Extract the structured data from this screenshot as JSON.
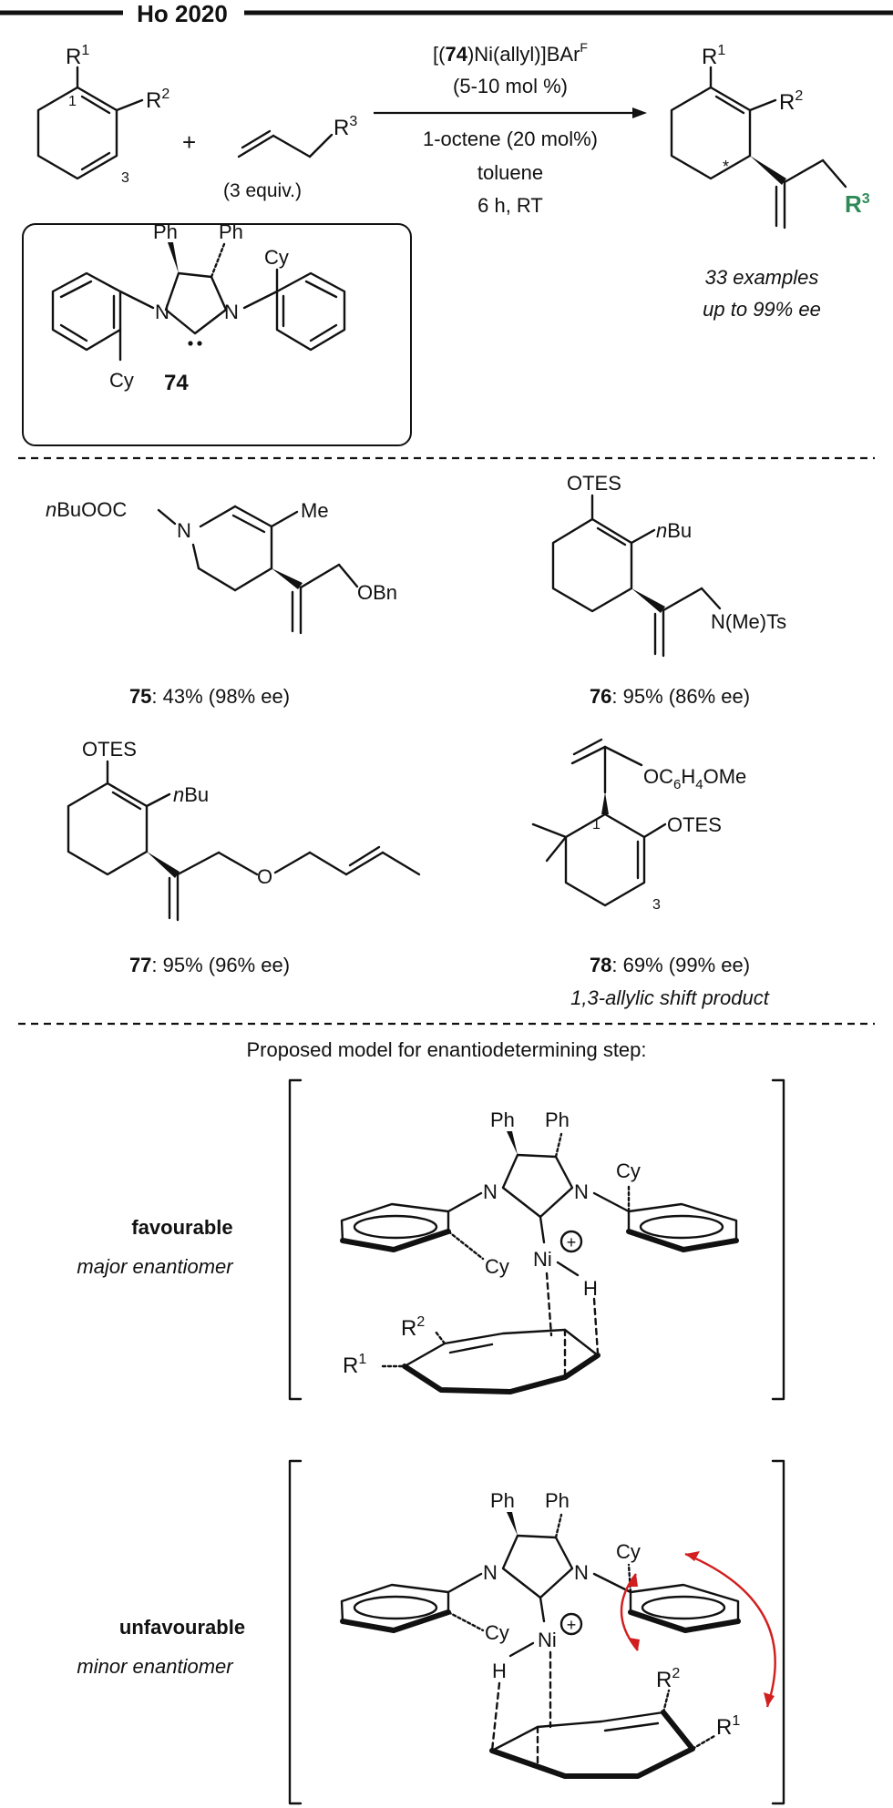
{
  "header": {
    "title": "Ho 2020"
  },
  "scheme": {
    "reactant_labels": {
      "r1": "R",
      "r1_sup": "1",
      "r2": "R",
      "r2_sup": "2",
      "pos1": "1",
      "pos3": "3"
    },
    "plus": "+",
    "alkene_label": {
      "r3": "R",
      "r3_sup": "3",
      "equiv": "(3 equiv.)"
    },
    "conditions": {
      "catalyst_pre": "[(",
      "catalyst_bold": "74",
      "catalyst_post": ")Ni(allyl)]BAr",
      "catalyst_sup": "F",
      "loading": "(5-10 mol %)",
      "additive": "1-octene (20 mol%)",
      "solvent": "toluene",
      "time_temp": "6 h, RT"
    },
    "product": {
      "r1": "R",
      "r1_sup": "1",
      "r2": "R",
      "r2_sup": "2",
      "r3": "R",
      "r3_sup": "3",
      "star": "*",
      "r3_color": "#2e8b57"
    },
    "summary": {
      "examples": "33 examples",
      "ee": "up to 99% ee"
    },
    "ligand": {
      "ph_left": "Ph",
      "ph_right": "Ph",
      "cy_top": "Cy",
      "cy_bottom": "Cy",
      "n_left": "N",
      "n_right": "N",
      "carbene": ":",
      "number": "74"
    }
  },
  "examples": [
    {
      "number": "75",
      "result": ": 43% (98% ee)",
      "labels": [
        "nBuOOC",
        "N",
        "Me",
        "OBn"
      ]
    },
    {
      "number": "76",
      "result": ": 95% (86% ee)",
      "labels": [
        "OTES",
        "nBu",
        "N(Me)Ts"
      ]
    },
    {
      "number": "77",
      "result": ": 95% (96% ee)",
      "labels": [
        "OTES",
        "nBu",
        "O"
      ]
    },
    {
      "number": "78",
      "result": ": 69% (99% ee)",
      "labels": [
        "OC6H4OMe",
        "OTES",
        "1",
        "3"
      ],
      "note": "1,3-allylic shift product"
    }
  ],
  "model": {
    "title": "Proposed model for enantiodetermining step:",
    "favourable": {
      "label": "favourable",
      "sub": "major enantiomer",
      "ph1": "Ph",
      "ph2": "Ph",
      "cy1": "Cy",
      "cy2": "Cy",
      "n1": "N",
      "n2": "N",
      "ni": "Ni",
      "plus": "+",
      "h": "H",
      "r1": "R",
      "r1_sup": "1",
      "r2": "R",
      "r2_sup": "2"
    },
    "unfavourable": {
      "label": "unfavourable",
      "sub": "minor enantiomer",
      "ph1": "Ph",
      "ph2": "Ph",
      "cy1": "Cy",
      "cy2": "Cy",
      "n1": "N",
      "n2": "N",
      "ni": "Ni",
      "plus": "+",
      "h": "H",
      "r1": "R",
      "r1_sup": "1",
      "r2": "R",
      "r2_sup": "2"
    }
  }
}
